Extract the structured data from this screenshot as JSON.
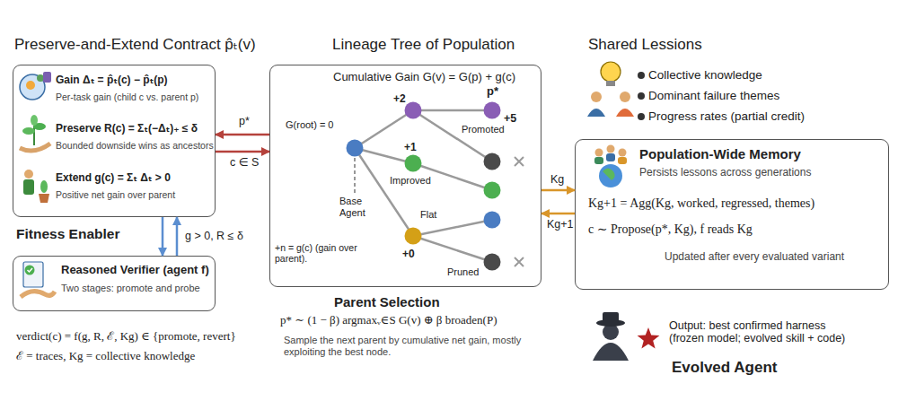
{
  "diagram": {
    "nodes": [
      {
        "text": [
          "Preserve-and-Extend Contract p̂ₜ(v)",
          "Gain Δₜ = p̂ₜ(c) − p̂ₜ(p)",
          "Per-task gain (child c vs. parent p)",
          "Preserve R(c) = Σₜ(−Δₜ)₊ ≤ δ",
          "Bounded downside wins as ancestors",
          "Extend g(c) = Σₜ Δₜ > 0",
          "Positive net gain over parent"
        ]
      },
      {
        "text": [
          "Reasoned Verifier (agent f)",
          "Two stages: promote and probe"
        ]
      },
      {
        "text": [
          "Lineage Tree of Population",
          "Cumulative Gain G(v) = G(p) + g(c)"
        ]
      },
      {
        "text": [
          "Population-Wide Memory",
          "Persists lessons across generations",
          "Kg+1 = Agg(Kg, worked, regressed, themes)",
          "c ∼ Propose(p*, Kg), f reads Kg",
          "Updated after every evaluated variant"
        ]
      }
    ],
    "edges": [
      {
        "from": 2,
        "to": 0,
        "label": "p*",
        "arrow": "to"
      },
      {
        "from": 0,
        "to": 2,
        "label": "c ∈ S",
        "arrow": "to"
      },
      {
        "from": 0,
        "to": 1,
        "label": "g > 0, R ≤ δ",
        "arrow": "to"
      },
      {
        "from": 1,
        "to": 0,
        "arrow": "to"
      },
      {
        "from": 2,
        "to": 3,
        "label": "Kg",
        "arrow": "to"
      },
      {
        "from": 3,
        "to": 2,
        "label": "Kg+1",
        "arrow": "to"
      }
    ],
    "labels": [
      "Fitness Enabler",
      "verdict(c) = f(g, R, ℰ, Kg) ∈ {promote, revert}",
      "ℰ = traces, Kg = collective knowledge",
      "G(root) = 0",
      "p*",
      "+5",
      "+2",
      "Promoted",
      "+1",
      "Improved",
      "Base Agent",
      "Flat",
      "+0",
      "Pruned",
      "+n = g(c) (gain over parent).",
      "Parent Selection",
      "p* ∼ (1 − β) argmaxᵥ∈S G(v) ⊕ β broaden(P)",
      "Sample the next parent by cumulative net gain, mostly exploiting the best node.",
      "Shared Lessions",
      "Collective knowledge",
      "Dominant failure themes",
      "Progress rates (partial credit)",
      "Output: best confirmed harness (frozen model; evolved skill + code)",
      "Evolved Agent"
    ]
  }
}
